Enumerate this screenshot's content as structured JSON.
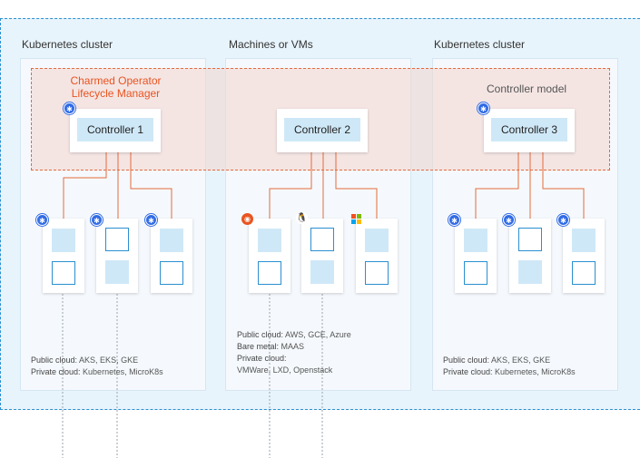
{
  "columns": [
    {
      "title": "Kubernetes cluster"
    },
    {
      "title": "Machines or VMs"
    },
    {
      "title": "Kubernetes cluster"
    }
  ],
  "cos_label": "Charmed Operator\nLifecycle Manager",
  "controller_model_label": "Controller model",
  "controllers": [
    "Controller 1",
    "Controller 2",
    "Controller 3"
  ],
  "node_icons": [
    [
      "kubernetes-icon",
      "kubernetes-icon",
      "kubernetes-icon"
    ],
    [
      "ubuntu-icon",
      "linux-tux-icon",
      "windows-icon"
    ],
    [
      "kubernetes-icon",
      "kubernetes-icon",
      "kubernetes-icon"
    ]
  ],
  "notes": {
    "left": [
      {
        "label": "Public cloud:",
        "value": "AKS, EKS, GKE"
      },
      {
        "label": "Private cloud:",
        "value": "Kubernetes, MicroK8s"
      }
    ],
    "middle": [
      {
        "label": "Public cloud:",
        "value": "AWS, GCE, Azure"
      },
      {
        "label": "Bare metal:",
        "value": "MAAS"
      },
      {
        "label": "Private cloud:",
        "value": ""
      },
      {
        "label": "",
        "value": "VMWare, LXD, Openstack"
      }
    ],
    "right": [
      {
        "label": "Public cloud:",
        "value": "AKS, EKS, GKE"
      },
      {
        "label": "Private cloud:",
        "value": "Kubernetes, MicroK8s"
      }
    ]
  },
  "colors": {
    "accent": "#e95420",
    "line": "#e46a3c",
    "blue": "#2b8fd0",
    "fill": "#cfe8f7",
    "panel": "#e8f4fc"
  }
}
